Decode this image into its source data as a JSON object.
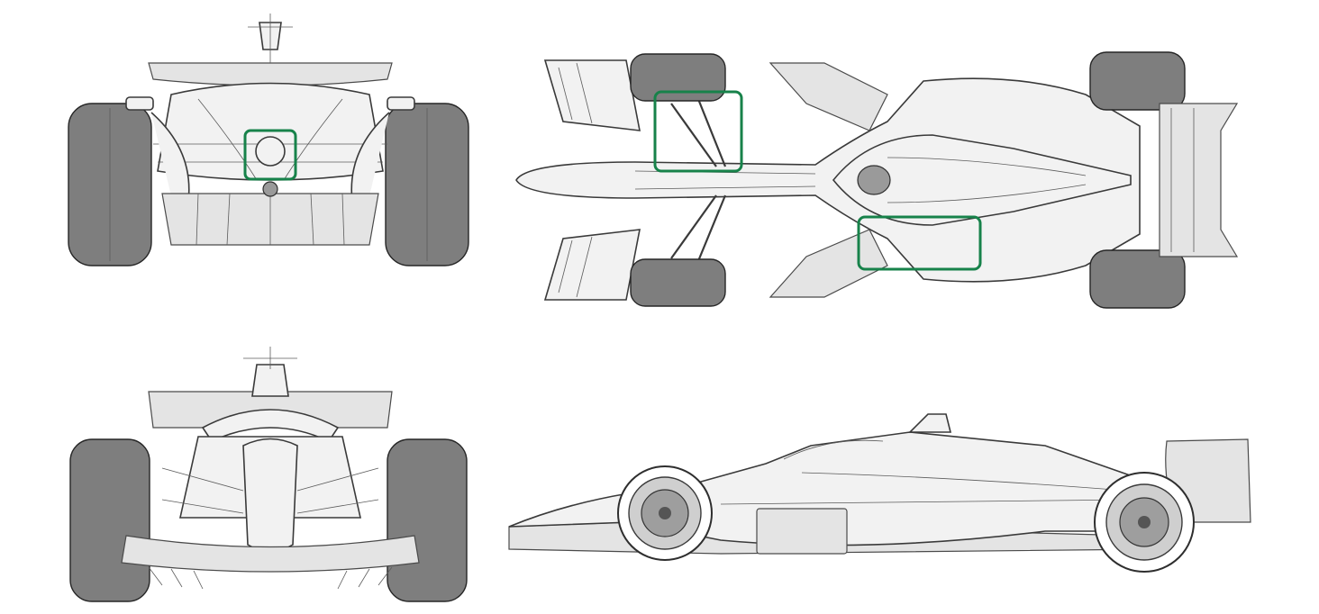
{
  "views": [
    {
      "id": "rear",
      "label": ""
    },
    {
      "id": "top",
      "label": ""
    },
    {
      "id": "front",
      "label": ""
    },
    {
      "id": "side",
      "label": ""
    }
  ],
  "highlight_color": "#17824a",
  "highlights": [
    {
      "id": "rear-center-area"
    },
    {
      "id": "top-front-suspension"
    },
    {
      "id": "top-sidepod-floor"
    }
  ]
}
